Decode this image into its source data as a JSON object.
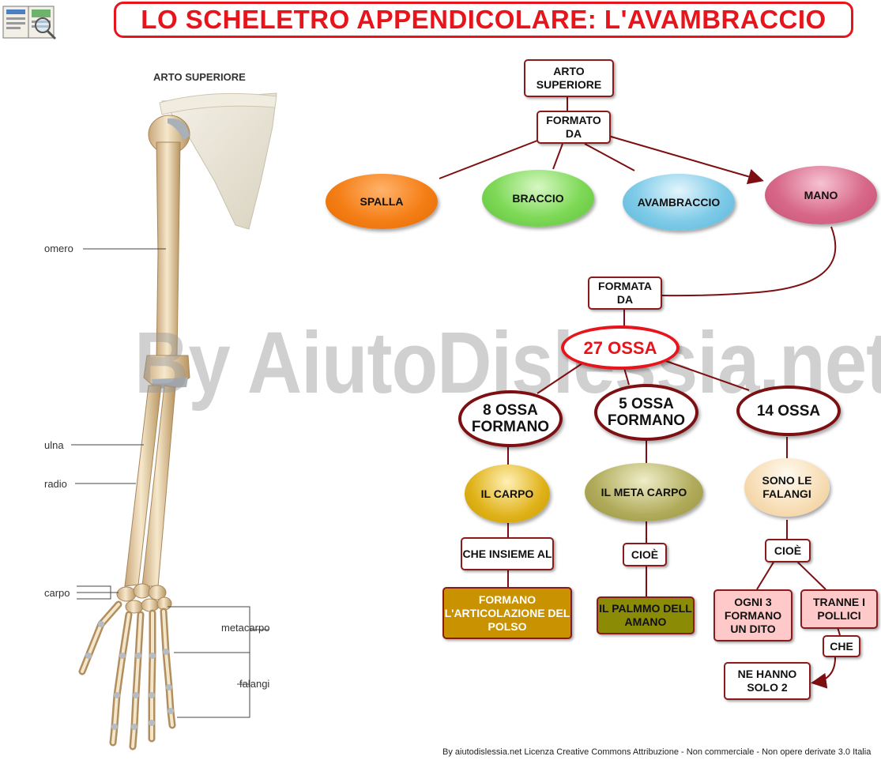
{
  "title": "LO SCHELETRO APPENDICOLARE: L'AVAMBRACCIO",
  "anatomy": {
    "heading": "ARTO SUPERIORE",
    "labels": {
      "omero": "omero",
      "ulna": "ulna",
      "radio": "radio",
      "carpo": "carpo",
      "metacarpo": "metacarpo",
      "falangi": "falangi"
    }
  },
  "map": {
    "root": "ARTO SUPERIORE",
    "formato_da": "FORMATO DA",
    "spalla": "SPALLA",
    "braccio": "BRACCIO",
    "avambraccio": "AVAMBRACCIO",
    "mano": "MANO",
    "formata_da": "FORMATA DA",
    "ossa27": "27 OSSA",
    "ossa8": "8 OSSA FORMANO",
    "ossa5": "5 OSSA FORMANO",
    "ossa14": "14 OSSA",
    "carpo": "IL CARPO",
    "metacarpo": "IL META CARPO",
    "falangi": "SONO LE FALANGI",
    "che_insieme": "CHE INSIEME AL",
    "cioe1": "CIOÈ",
    "cioe2": "CIOÈ",
    "polso": "FORMANO L'ARTICOLAZIONE DEL POLSO",
    "palmo": "IL PALMMO DELL AMANO",
    "ogni3": "OGNI 3 FORMANO UN DITO",
    "tranne": "TRANNE I POLLICI",
    "che": "CHE",
    "solo2": "NE HANNO SOLO 2"
  },
  "colors": {
    "title_red": "#e8141b",
    "border_dark_red": "#8b1a1a",
    "spalla": "#f57f17",
    "braccio": "#7ed957",
    "avambraccio": "#7fcbe8",
    "mano": "#d8698a",
    "carpo": "#e0b21a",
    "metacarpo": "#b0ab5a",
    "falangi": "#f7ddb5",
    "polso": "#c99200",
    "palmo": "#8b8b05",
    "pink": "#ffc9c9"
  },
  "watermark": "By AiutoDislessia.net",
  "footer": "By aiutodislessia.net Licenza Creative Commons Attribuzione - Non commerciale - Non opere derivate 3.0 Italia"
}
